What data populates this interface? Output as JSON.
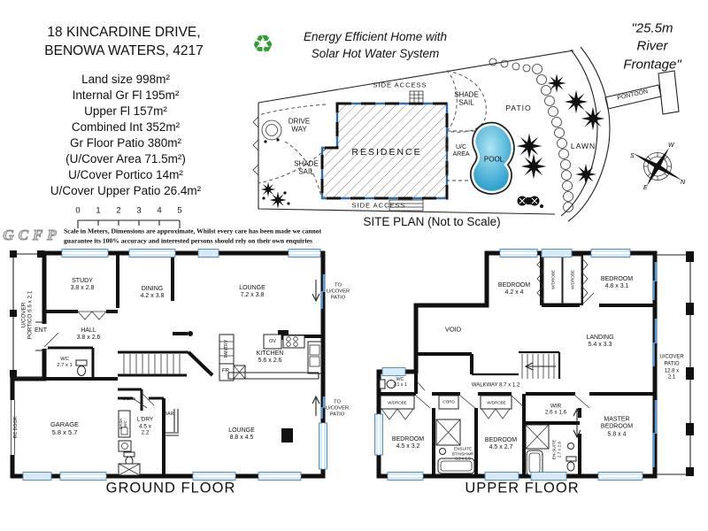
{
  "header": {
    "address": "18 KINCARDINE DRIVE,\nBENOWA WATERS, 4217",
    "stats": [
      "Land size 998m²",
      "Internal Gr Fl 195m²",
      "Upper Fl 157m²",
      "Combined Int 352m²",
      "Gr Floor Patio 380m²",
      "(U/Cover Area 71.5m²)",
      "U/Cover Portico 14m²",
      "U/Cover Upper Patio 26.4m²"
    ]
  },
  "energy_note": {
    "icon_glyph": "♻",
    "text": "Energy Efficient Home with\nSolar Hot Water System"
  },
  "river_frontage": {
    "text": "\"25.5m River\nFrontage\""
  },
  "site_plan": {
    "caption": "SITE PLAN (Not to Scale)",
    "labels": {
      "side_access_top": "SIDE ACCESS",
      "side_access_bottom": "SIDE ACCESS",
      "driveway": "DRIVE\nWAY",
      "shade_sail_left": "SHADE\nSAIL",
      "shade_sail_right": "SHADE\nSAIL",
      "residence": "RESIDENCE",
      "uc_area": "U/C\nAREA",
      "patio": "PATIO",
      "pool": "POOL",
      "lawn": "LAWN",
      "pontoon": "PONTOON"
    },
    "compass": {
      "n": "N",
      "s": "S",
      "e": "E",
      "w": "W"
    }
  },
  "scale_bar": {
    "ticks": [
      "0",
      "1",
      "2",
      "3",
      "4",
      "5"
    ],
    "logo": "GCFP"
  },
  "disclaimer": {
    "line1": "Scale in Meters, Dimensions are approximate, Whilst every care has been made we cannot",
    "line2": "guarantee its 100% accuracy and interested persons should rely on their own enquiries"
  },
  "ground_floor": {
    "caption": "GROUND FLOOR",
    "labels": {
      "portico": "U/COVER\nPORTICO 6.6 x 2.1",
      "ent": "ENT",
      "study": "STUDY\n3.8 x 2.8",
      "dining": "DINING\n4.2 x 3.8",
      "lounge_top": "LOUNGE\n7.2 x 3.8",
      "hall": "HALL\n3.8 x 2.6",
      "wc": "WC\n2.7 x 1",
      "pantry": "PANTRY",
      "kitchen": "KITCHEN\n5.6 x 2.6",
      "ov": "OV",
      "fr": "FR",
      "to_patio_top": "TO\nU/COVER\nPATIO",
      "garage": "GARAGE\n5.8 x 5.7",
      "rc_door": "RC DOOR",
      "cbrd": "C'BRD",
      "ldry": "L'DRY\n4.5 x\n2.2",
      "wash_mc": "WASH\nM/C",
      "bar": "BAR",
      "lounge_bottom": "LOUNGE\n8.8 x 4.5",
      "to_patio_bottom": "TO\nU/COVER\nPATIO"
    }
  },
  "upper_floor": {
    "caption": "UPPER FLOOR",
    "labels": {
      "bedroom_1": "BEDROOM\n4.2 x 4",
      "wdrobe_a": "W/DROBE",
      "wdrobe_b": "W/DROBE",
      "bedroom_2": "BEDROOM\n4.8 x 3.1",
      "void": "VOID",
      "landing": "LANDING\n5.4 x 3.3",
      "ucover_patio": "U/COVER\nPATIO\n12.8 x\n2.1",
      "wc": "WC\n2.1 x 1",
      "walkway": "WALKWAY 8.7 x 1.2",
      "wdrobe_c": "W/DROBE",
      "cbrd": "C'BRD",
      "wdrobe_d": "W/DROBE",
      "bedroom_3": "BEDROOM\n4.5 x 3.2",
      "ensuite_1": "ENSUITE\nBTH/SHWR\n3.3 x 1.5",
      "bedroom_4": "BEDROOM\n4.5 x 2.7",
      "wir": "WIR\n2.6 x 1.6",
      "ensuite_2": "EN-SUITE\n2.7 x 2.6",
      "master_bedroom": "MASTER\nBEDROOM\n5.8 x 4"
    }
  },
  "colors": {
    "wall": "#111111",
    "window_blue": "#d6ebf7",
    "door_blue": "#5b9bd5",
    "pool_light": "#aee6f2",
    "pool_dark": "#1693c9",
    "recycle_green": "#2f9e31"
  }
}
